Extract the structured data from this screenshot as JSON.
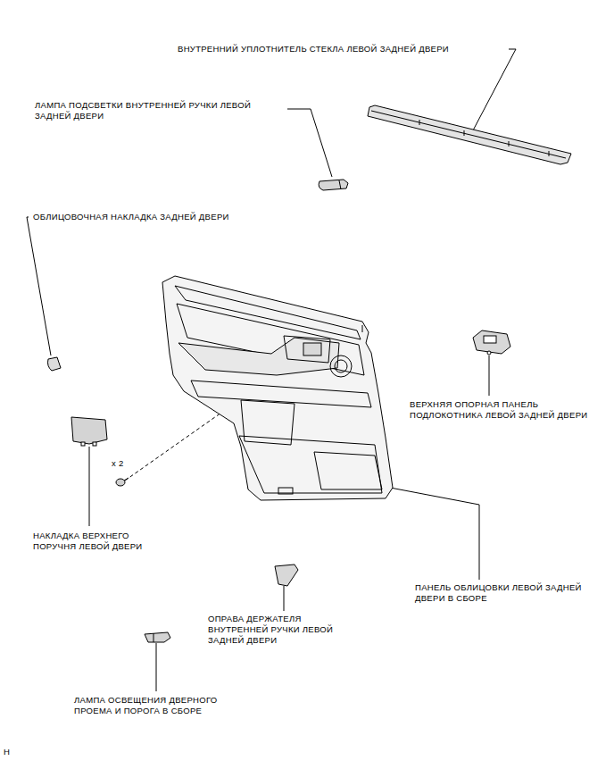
{
  "diagram": {
    "labels": [
      "ВНУТРЕННИЙ УПЛОТНИТЕЛЬ СТЕКЛА ЛЕВОЙ ЗАДНЕЙ ДВЕРИ",
      "ЛАМПА ПОДСВЕТКИ ВНУТРЕННЕЙ РУЧКИ ЛЕВОЙ ЗАДНЕЙ ДВЕРИ",
      "ОБЛИЦОВОЧНАЯ НАКЛАДКА ЗАДНЕЙ ДВЕРИ",
      "ВЕРХНЯЯ ОПОРНАЯ ПАНЕЛЬ ПОДЛОКОТНИКА ЛЕВОЙ ЗАДНЕЙ ДВЕРИ",
      "x 2",
      "НАКЛАДКА ВЕРХНЕГО ПОРУЧНЯ ЛЕВОЙ ДВЕРИ",
      "ПАНЕЛЬ ОБЛИЦОВКИ ЛЕВОЙ ЗАДНЕЙ ДВЕРИ В СБОРЕ",
      "ОПРАВА ДЕРЖАТЕЛЯ ВНУТРЕННЕЙ РУЧКИ ЛЕВОЙ ЗАДНЕЙ ДВЕРИ",
      "ЛАМПА ОСВЕЩЕНИЯ ДВЕРНОГО ПРОЕМА И ПОРОГА В СБОРЕ",
      "H"
    ]
  }
}
